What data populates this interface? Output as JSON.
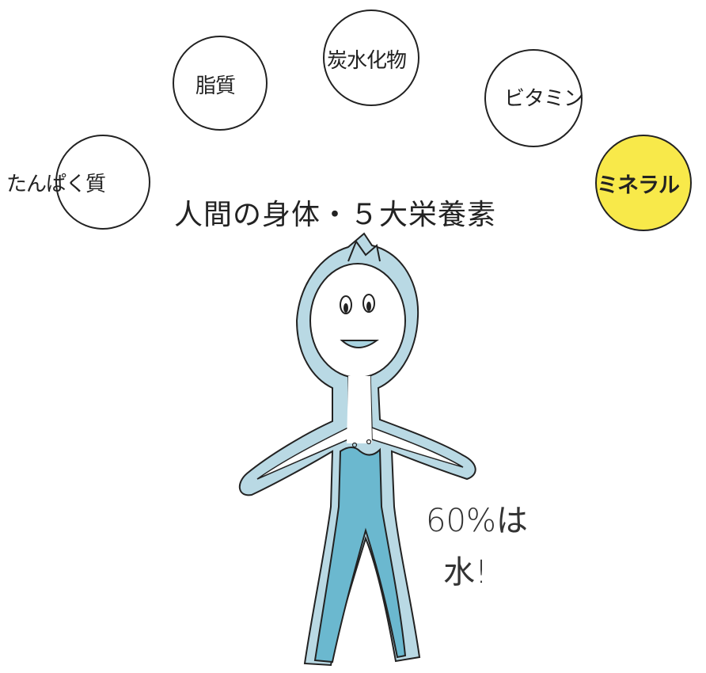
{
  "title": "人間の身体・５大栄養素",
  "nutrients": [
    {
      "label": "たんぱく質",
      "highlighted": false
    },
    {
      "label": "脂質",
      "highlighted": false
    },
    {
      "label": "炭水化物",
      "highlighted": false
    },
    {
      "label": "ビタミン",
      "highlighted": false
    },
    {
      "label": "ミネラル",
      "highlighted": true
    }
  ],
  "note": {
    "line1": "60%は",
    "line2": "水!"
  },
  "colors": {
    "highlight": "#f8e94a",
    "water": "#6bb8cf",
    "body_outline": "#b9d9e4",
    "ink": "#222222"
  }
}
